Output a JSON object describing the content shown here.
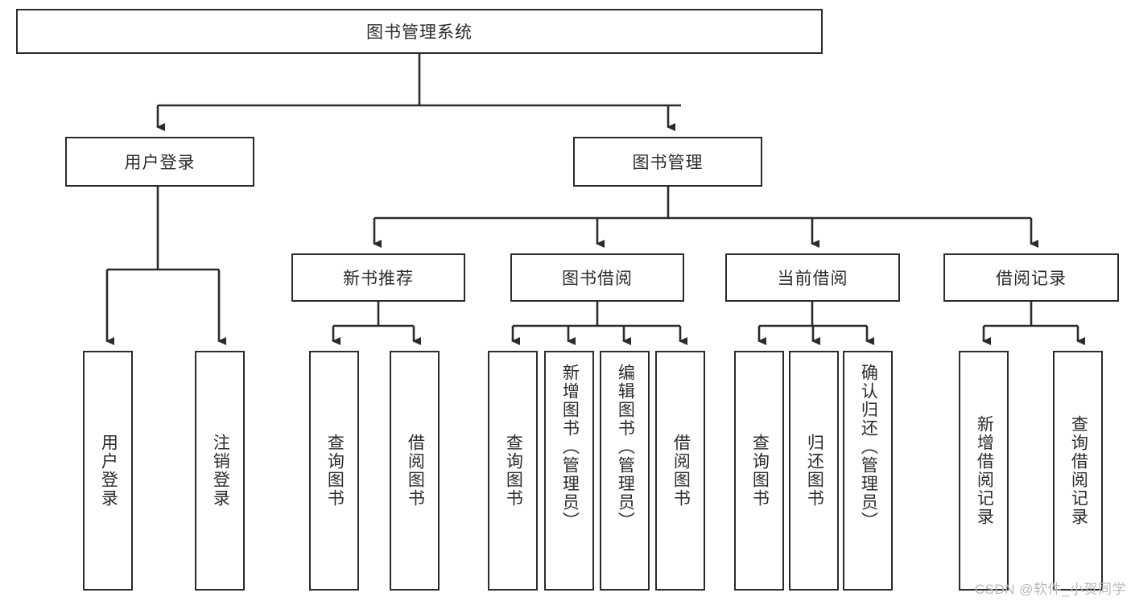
{
  "diagram": {
    "type": "tree-hierarchy",
    "title_node": {
      "label": "图书管理系统"
    },
    "level2": [
      {
        "label": "用户登录"
      },
      {
        "label": "图书管理"
      }
    ],
    "level3": [
      {
        "label": "新书推荐"
      },
      {
        "label": "图书借阅"
      },
      {
        "label": "当前借阅"
      },
      {
        "label": "借阅记录"
      }
    ],
    "leaves": {
      "user_login": [
        {
          "label": "用户登录"
        },
        {
          "label": "注销登录"
        }
      ],
      "new_book_recommend": [
        {
          "label": "查询图书"
        },
        {
          "label": "借阅图书"
        }
      ],
      "book_borrow": [
        {
          "label": "查询图书"
        },
        {
          "label": "新增图书（管理员）"
        },
        {
          "label": "编辑图书（管理员）"
        },
        {
          "label": "借阅图书"
        }
      ],
      "current_borrow": [
        {
          "label": "查询图书"
        },
        {
          "label": "归还图书"
        },
        {
          "label": "确认归还（管理员）"
        }
      ],
      "borrow_record": [
        {
          "label": "新增借阅记录"
        },
        {
          "label": "查询借阅记录"
        }
      ]
    }
  },
  "watermark": {
    "text": "CSDN @软件_小贺同学"
  },
  "colors": {
    "stroke": "#2b2b2b",
    "fill": "#ffffff",
    "text": "#2b2b2b",
    "watermark": "#b9b9b9"
  }
}
